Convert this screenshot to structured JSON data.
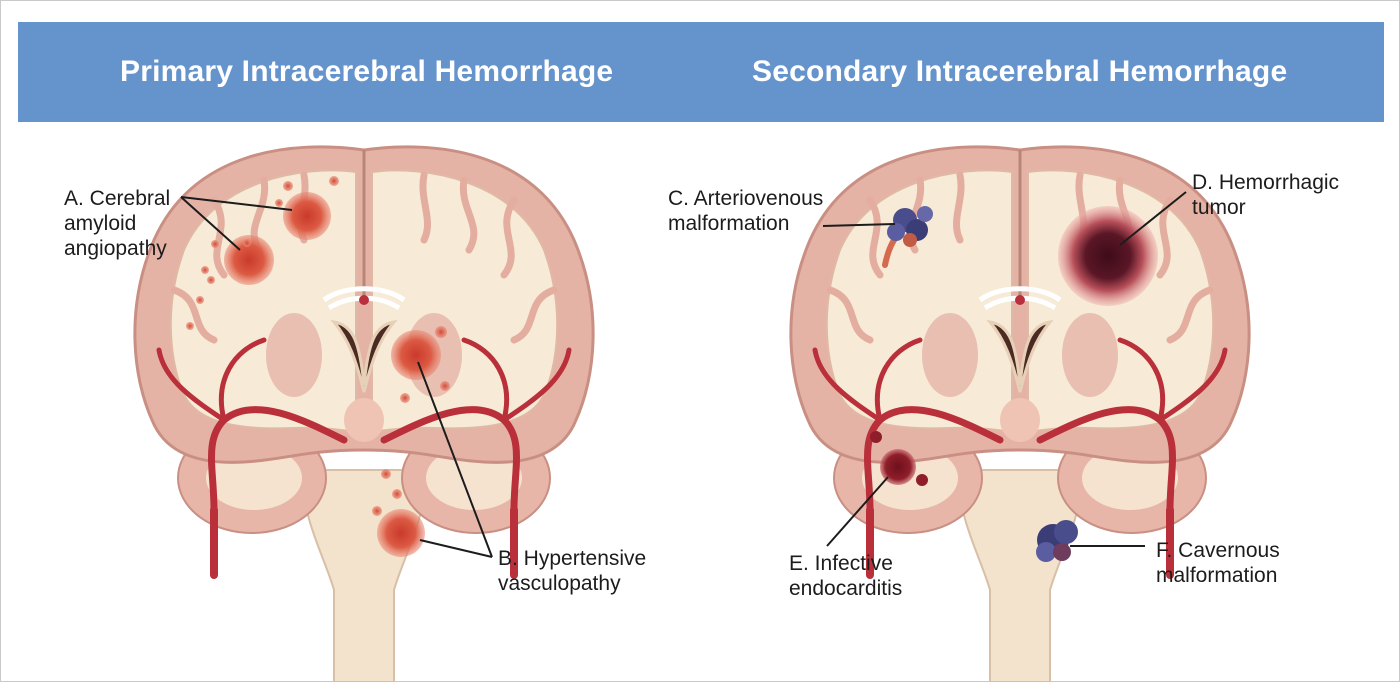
{
  "header": {
    "left_title": "Primary Intracerebral Hemorrhage",
    "right_title": "Secondary Intracerebral Hemorrhage"
  },
  "labels": {
    "a": [
      "A. Cerebral",
      "amyloid",
      "angiopathy"
    ],
    "b": [
      "B. Hypertensive",
      "vasculopathy"
    ],
    "c": [
      "C. Arteriovenous",
      "malformation"
    ],
    "d": [
      "D. Hemorrhagic",
      "tumor"
    ],
    "e": [
      "E. Infective",
      "endocarditis"
    ],
    "f": [
      "F. Cavernous",
      "malformation"
    ]
  },
  "colors": {
    "banner": "#6594cd",
    "cortex": "#e5b3a6",
    "white_matter": "#f7ead6",
    "vessel": "#b9303a",
    "bleed": "#d94b36",
    "tumor": "#5a1626",
    "avm": "#4a4d8c"
  }
}
